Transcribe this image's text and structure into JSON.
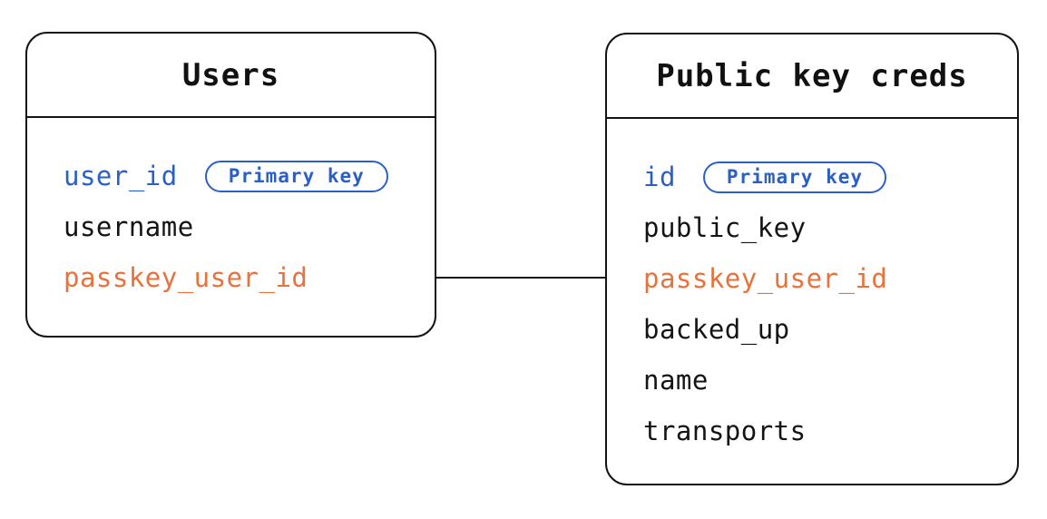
{
  "diagram": {
    "type": "entity-relationship",
    "colors": {
      "primary_key_blue": "#2B5FC8",
      "foreign_key_orange": "#E9713B",
      "line_black": "#141414",
      "background": "#ffffff"
    },
    "relationship": {
      "from": "Users.passkey_user_id",
      "to": "Public key creds.passkey_user_id",
      "style": "solid-line"
    }
  },
  "tables": [
    {
      "name": "Users",
      "fields": [
        {
          "label": "user_id",
          "color": "blue",
          "badge": "Primary key"
        },
        {
          "label": "username",
          "color": "black",
          "badge": null
        },
        {
          "label": "passkey_user_id",
          "color": "orange",
          "badge": null
        }
      ]
    },
    {
      "name": "Public key creds",
      "fields": [
        {
          "label": "id",
          "color": "blue",
          "badge": "Primary key"
        },
        {
          "label": "public_key",
          "color": "black",
          "badge": null
        },
        {
          "label": "passkey_user_id",
          "color": "orange",
          "badge": null
        },
        {
          "label": "backed_up",
          "color": "black",
          "badge": null
        },
        {
          "label": "name",
          "color": "black",
          "badge": null
        },
        {
          "label": "transports",
          "color": "black",
          "badge": null
        }
      ]
    }
  ]
}
